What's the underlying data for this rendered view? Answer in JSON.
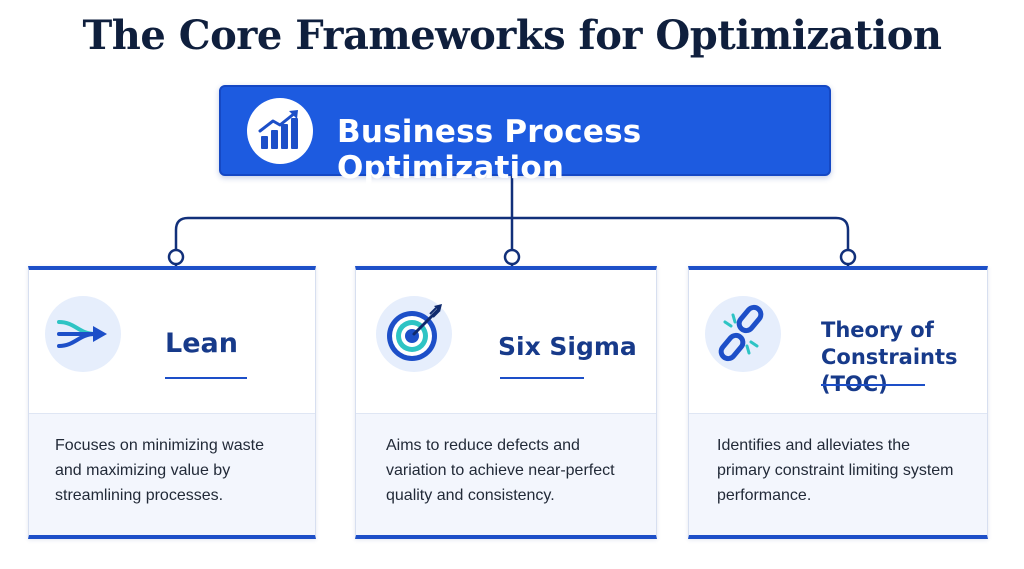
{
  "title": "The Core Frameworks for Optimization",
  "root": {
    "label": "Business Process Optimization",
    "icon": "bar-chart-growth-icon"
  },
  "frameworks": [
    {
      "title_line1": "Lean",
      "title_line2": "",
      "icon": "merging-arrows-icon",
      "description": "Focuses on minimizing waste and maximizing value by streamlining processes."
    },
    {
      "title_line1": "Six Sigma",
      "title_line2": "",
      "icon": "target-arrow-icon",
      "description": "Aims to reduce defects and variation to achieve near-perfect quality and consistency."
    },
    {
      "title_line1": "Theory of",
      "title_line2": "Constraints (TOC)",
      "icon": "broken-chain-icon",
      "description": "Identifies and alleviates the primary constraint limiting system performance."
    }
  ],
  "colors": {
    "primary": "#1d5be0",
    "navy": "#173a8a",
    "title": "#0f1f3d",
    "accent_teal": "#2ec4c4"
  }
}
